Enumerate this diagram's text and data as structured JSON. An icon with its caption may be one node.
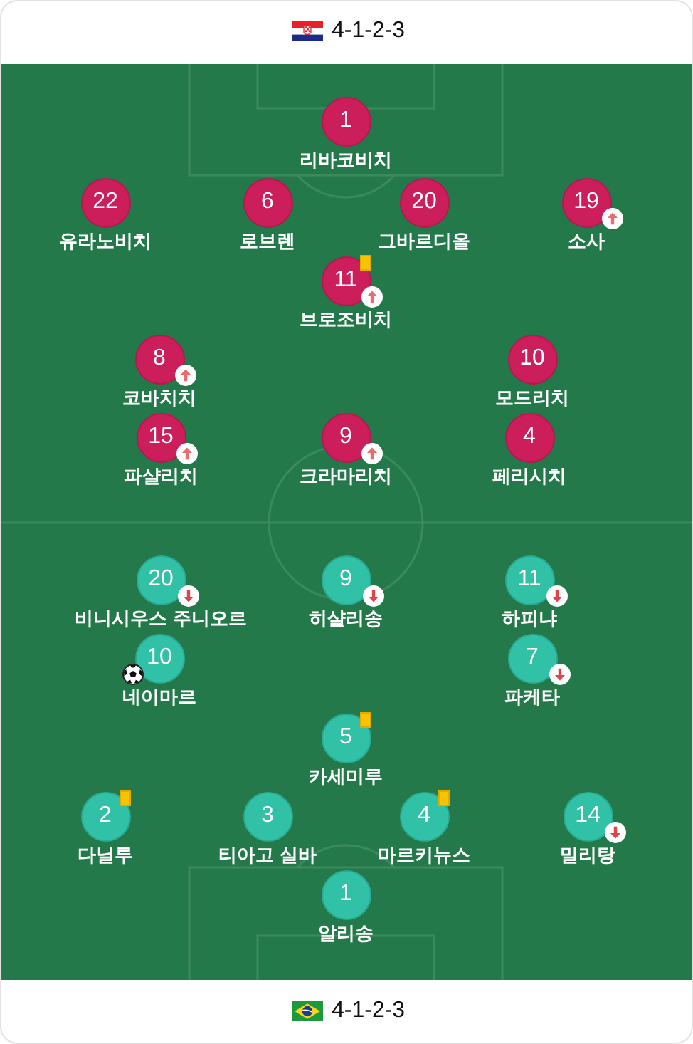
{
  "diagram": {
    "nodes": [
      {
        "text": [
          "1"
        ],
        "beside": [
          "리바코비치"
        ]
      },
      {
        "text": [
          "22"
        ],
        "beside": [
          "유라노비치"
        ]
      },
      {
        "text": [
          "6"
        ],
        "beside": [
          "로브렌"
        ]
      },
      {
        "text": [
          "20"
        ],
        "beside": [
          "그바르디올"
        ]
      },
      {
        "text": [
          "19"
        ],
        "beside": [
          "소사"
        ]
      },
      {
        "text": [
          "11"
        ],
        "beside": [
          "브로조비치"
        ]
      },
      {
        "text": [
          "8"
        ],
        "beside": [
          "코바치치"
        ]
      },
      {
        "text": [
          "10"
        ],
        "beside": [
          "모드리치"
        ]
      },
      {
        "text": [
          "15"
        ],
        "beside": [
          "파샬리치"
        ]
      },
      {
        "text": [
          "9"
        ],
        "beside": [
          "크라마리치"
        ]
      },
      {
        "text": [
          "4"
        ],
        "beside": [
          "페리시치"
        ]
      },
      {
        "text": [
          "20"
        ],
        "beside": [
          "비니시우스 주니오르"
        ]
      },
      {
        "text": [
          "9"
        ],
        "beside": [
          "히샬리송"
        ]
      },
      {
        "text": [
          "11"
        ],
        "beside": [
          "하피냐"
        ]
      },
      {
        "text": [
          "10"
        ],
        "beside": [
          "네이마르"
        ]
      },
      {
        "text": [
          "7"
        ],
        "beside": [
          "파케타"
        ]
      },
      {
        "text": [
          "5"
        ],
        "beside": [
          "카세미루"
        ]
      },
      {
        "text": [
          "2"
        ],
        "beside": [
          "다닐루"
        ]
      },
      {
        "text": [
          "3"
        ],
        "beside": [
          "티아고 실바"
        ]
      },
      {
        "text": [
          "4"
        ],
        "beside": [
          "마르키뉴스"
        ]
      },
      {
        "text": [
          "14"
        ],
        "beside": [
          "밀리탕"
        ]
      },
      {
        "text": [
          "1"
        ],
        "beside": [
          "알리송"
        ]
      }
    ],
    "labels": [
      "4-1-2-3",
      "4-1-2-3"
    ]
  }
}
